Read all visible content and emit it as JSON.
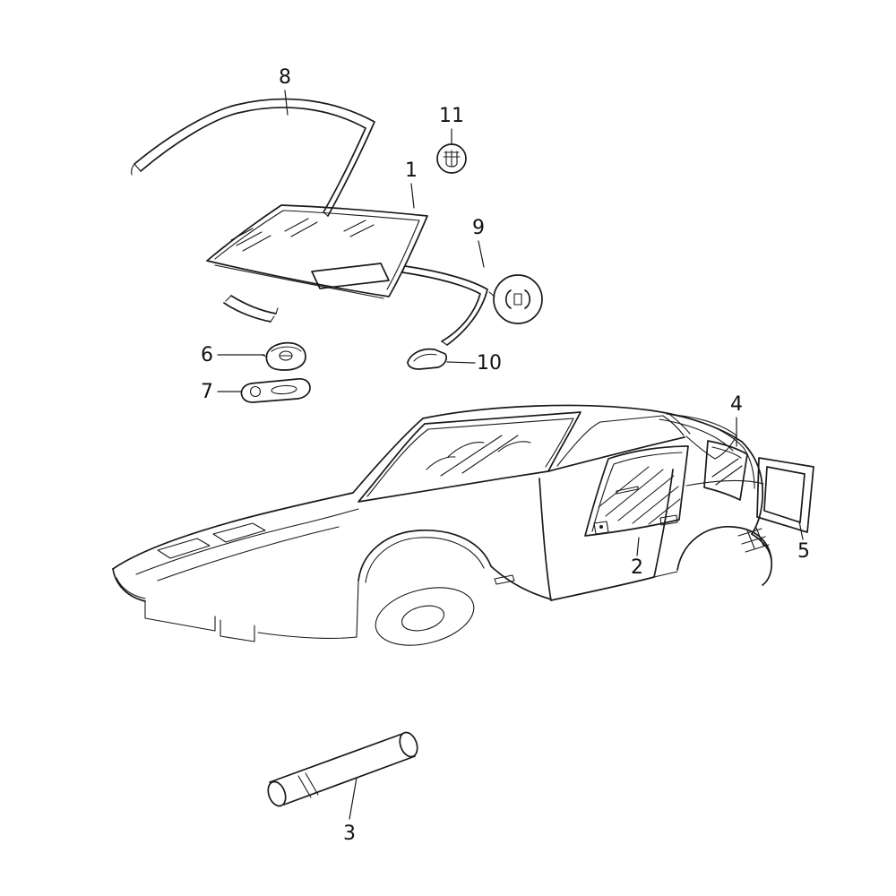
{
  "diagram": {
    "background_color": "#ffffff",
    "line_color": "#1a1a1a",
    "labels": {
      "part1": "1",
      "part2": "2",
      "part3": "3",
      "part4": "4",
      "part5": "5",
      "part6": "6",
      "part7": "7",
      "part8": "8",
      "part9": "9",
      "part10": "10",
      "part11": "11"
    }
  }
}
